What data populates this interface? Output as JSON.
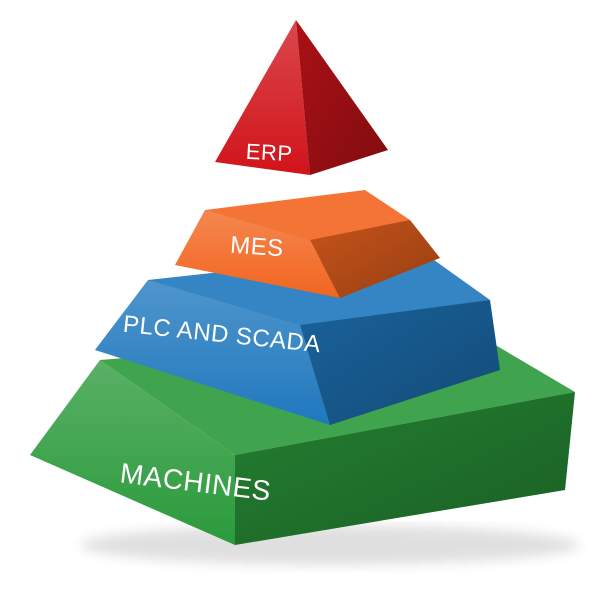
{
  "tiers": [
    {
      "label": "ERP",
      "color": "#d0141a"
    },
    {
      "label": "MES",
      "color": "#f2651f"
    },
    {
      "label": "PLC AND SCADA",
      "color": "#1f78be"
    },
    {
      "label": "MACHINES",
      "color": "#2b9a3b"
    }
  ]
}
